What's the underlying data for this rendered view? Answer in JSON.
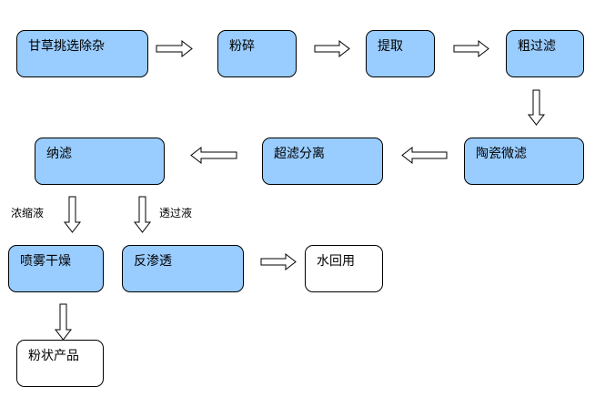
{
  "colors": {
    "process_fill": "#99ccff",
    "output_fill": "#ffffff",
    "stroke": "#000000"
  },
  "nodes": {
    "sugarcane_sorting": "甘草挑选除杂",
    "crushing": "粉碎",
    "extraction": "提取",
    "coarse_filtration": "粗过滤",
    "ceramic_microfiltration": "陶瓷微滤",
    "ultrafiltration_separation": "超滤分离",
    "nanofiltration": "纳滤",
    "spray_drying": "喷雾干燥",
    "reverse_osmosis": "反渗透",
    "water_reuse": "水回用",
    "powder_product": "粉状产品"
  },
  "edge_labels": {
    "concentrate": "浓缩液",
    "permeate": "透过液"
  }
}
